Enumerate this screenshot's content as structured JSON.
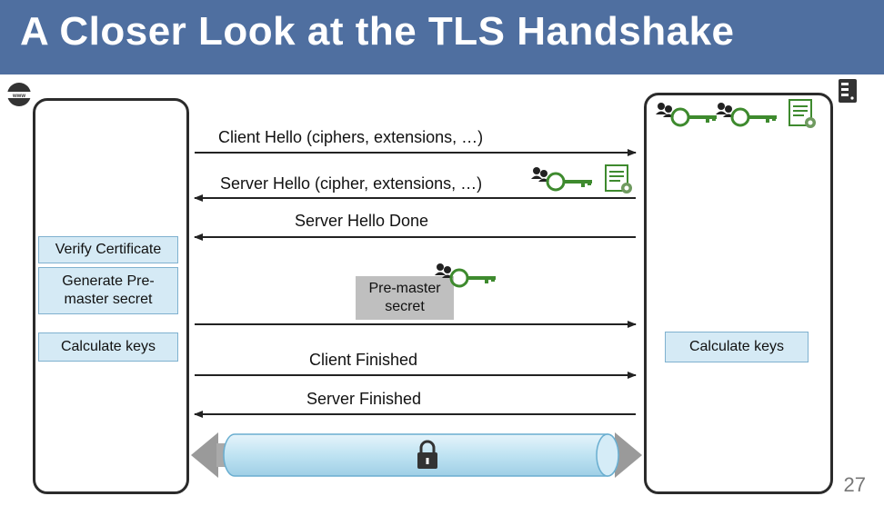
{
  "title": "A Closer Look at the TLS Handshake",
  "page_number": "27",
  "client": {
    "steps": [
      "Verify Certificate",
      "Generate Pre-master secret",
      "Calculate keys"
    ]
  },
  "server": {
    "steps": [
      "Calculate keys"
    ]
  },
  "messages": {
    "client_hello": "Client Hello (ciphers, extensions, …)",
    "server_hello": "Server Hello (cipher, extensions, …)",
    "server_hello_done": "Server Hello Done",
    "pre_master_secret": "Pre-master secret",
    "client_finished": "Client Finished",
    "server_finished": "Server Finished"
  },
  "icons": {
    "client": "globe-icon",
    "server": "server-icon",
    "key": "key-icon",
    "certificate": "certificate-icon",
    "lock": "lock-icon"
  },
  "colors": {
    "title_bar": "#4f6fa0",
    "key_green": "#3e8a2e",
    "step_box": "#d5eaf5",
    "tunnel": "#bfe3f2"
  }
}
